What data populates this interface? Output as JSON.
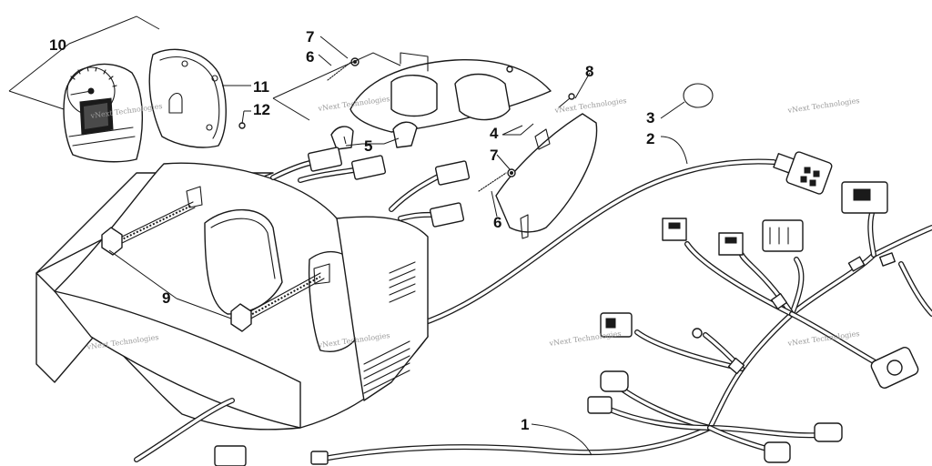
{
  "diagram": {
    "callouts": [
      "10",
      "11",
      "12",
      "7",
      "6",
      "5",
      "8",
      "4",
      "7",
      "6",
      "3",
      "2",
      "9",
      "1"
    ],
    "watermark": "vNext Technologies",
    "colors": {
      "line": "#1a1a1a",
      "watermark": "#9a9a9a",
      "background": "#ffffff"
    }
  }
}
